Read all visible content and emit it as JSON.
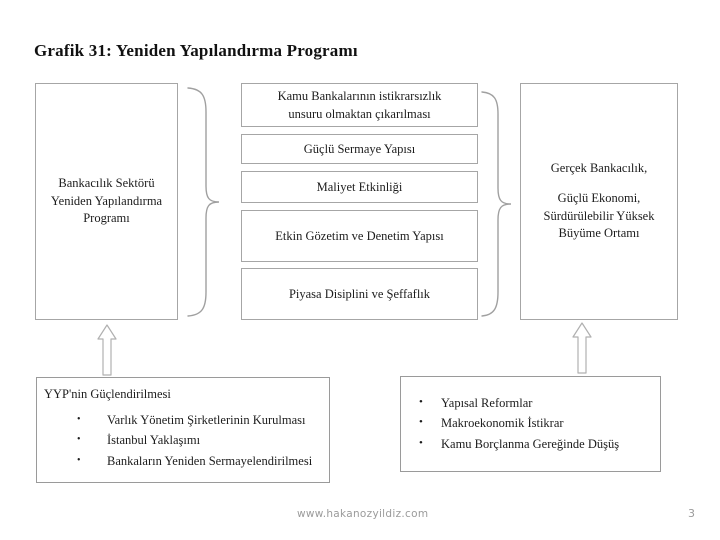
{
  "slide": {
    "title": "Grafik 31: Yeniden Yapılandırma Programı",
    "page_number": "3",
    "footer_url": "www.hakanozyildiz.com"
  },
  "left_box": {
    "lines": [
      "Bankacılık Sektörü",
      "Yeniden Yapılandırma",
      "Programı"
    ]
  },
  "middle_boxes": [
    {
      "lines": [
        "Kamu Bankalarının istikrarsızlık",
        "unsuru olmaktan çıkarılması"
      ]
    },
    {
      "lines": [
        "Güçlü Sermaye Yapısı"
      ]
    },
    {
      "lines": [
        "Maliyet Etkinliği"
      ]
    },
    {
      "lines": [
        "Etkin Gözetim ve Denetim Yapısı"
      ]
    },
    {
      "lines": [
        "Piyasa Disiplini ve Şeffaflık"
      ]
    }
  ],
  "right_box": {
    "line_1": "Gerçek Bankacılık,",
    "lines": [
      "Güçlü Ekonomi,",
      "Sürdürülebilir Yüksek",
      "Büyüme Ortamı"
    ]
  },
  "bottom_left_box": {
    "heading": "YYP'nin Güçlendirilmesi",
    "bullet_char": "•",
    "bullets": [
      "Varlık Yönetim Şirketlerinin Kurulması",
      "İstanbul Yaklaşımı",
      "Bankaların Yeniden Sermayelendirilmesi"
    ]
  },
  "bottom_right_box": {
    "bullet_char": "•",
    "bullets": [
      "Yapısal Reformlar",
      "Makroekonomik İstikrar",
      "Kamu Borçlanma Gereğinde Düşüş"
    ]
  },
  "connectors": {
    "brace_left_name": "right-curly-brace",
    "brace_right_name": "right-curly-brace",
    "arrow_left_name": "up-arrow",
    "arrow_right_name": "up-arrow"
  },
  "colors": {
    "box_border": "#a6a6a6",
    "text": "#1c1c1c",
    "brace_stroke": "#a0a0a0",
    "arrow_stroke": "#b0b0b0",
    "footer_text": "#9b9b9b"
  }
}
